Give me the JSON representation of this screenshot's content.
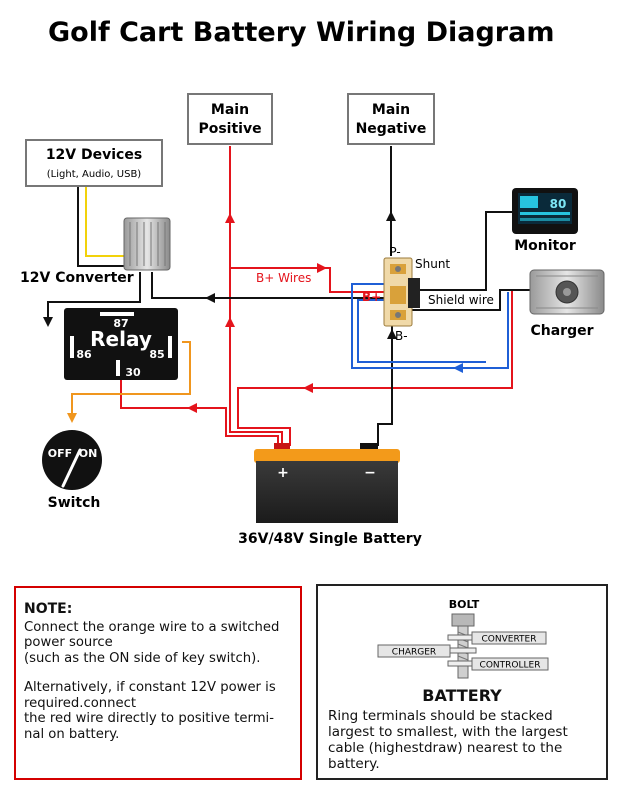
{
  "title": "Golf Cart Battery Wiring Diagram",
  "boxes": {
    "main_positive": [
      "Main",
      "Positive"
    ],
    "main_negative": [
      "Main",
      "Negative"
    ],
    "devices_title": "12V Devices",
    "devices_sub": "(Light, Audio, USB)"
  },
  "components": {
    "converter": "12V Converter",
    "relay": "Relay",
    "relay_pins": {
      "top": "87",
      "left": "86",
      "right": "85",
      "bottom": "30"
    },
    "switch_off": "OFF",
    "switch_on": "ON",
    "switch": "Switch",
    "shunt": "Shunt",
    "shunt_pos": "P-",
    "shunt_neg": "B-",
    "shunt_bplus": "B+",
    "shield_wire": "Shield wire",
    "b_wires": "B+ Wires",
    "monitor": "Monitor",
    "monitor_reading": "80",
    "charger": "Charger",
    "battery_plus": "+",
    "battery_minus": "−",
    "battery": "36V/48V Single Battery"
  },
  "note": {
    "heading": "NOTE:",
    "para1": "Connect the orange wire to a switched power source\n(such as the ON side of key switch).",
    "para2": "Alternatively, if constant 12V power is required.connect\nthe red wire directly to positive termi-nal on battery."
  },
  "bolt": {
    "bolt_label": "BOLT",
    "converter": "CONVERTER",
    "charger": "CHARGER",
    "controller": "CONTROLLER",
    "title": "BATTERY",
    "desc": "Ring terminals should be stacked largest to smallest, with the largest cable (highestdraw) nearest to the battery."
  },
  "colors": {
    "red_wire": "#e4141c",
    "black_wire": "#111111",
    "blue_wire": "#1f5fd6",
    "orange_wire": "#f0961e",
    "yellow_wire": "#f2d20a",
    "battery_lid": "#f39a1a",
    "note_border": "#d40000"
  }
}
